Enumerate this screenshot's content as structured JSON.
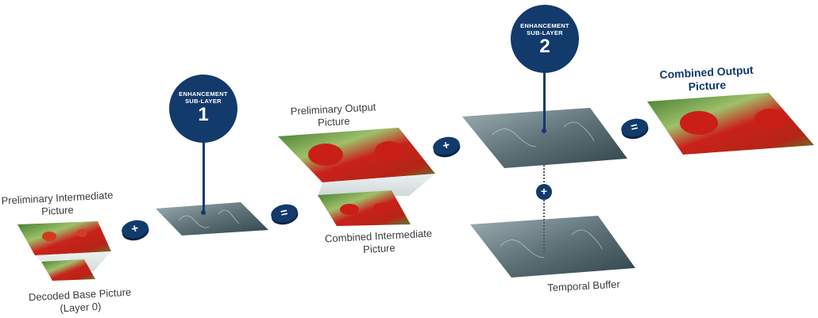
{
  "colors": {
    "badge": "#123a6b",
    "label_text": "#3a3a3a",
    "highlight_label": "#10386b",
    "residual_plane": "#4a5f66"
  },
  "badges": [
    {
      "title_line1": "ENHANCEMENT",
      "title_line2": "SUB-LAYER",
      "number": "1"
    },
    {
      "title_line1": "ENHANCEMENT",
      "title_line2": "SUB-LAYER",
      "number": "2"
    }
  ],
  "labels": {
    "preliminary_intermediate": [
      "Preliminary Intermediate",
      "Picture"
    ],
    "decoded_base": [
      "Decoded Base Picture",
      "(Layer 0)"
    ],
    "preliminary_output": [
      "Preliminary Output",
      "Picture"
    ],
    "combined_intermediate": [
      "Combined Intermediate",
      "Picture"
    ],
    "temporal_buffer": [
      "Temporal Buffer"
    ],
    "combined_output": [
      "Combined Output",
      "Picture"
    ]
  },
  "operators": {
    "plus_1": "+",
    "equals_1": "=",
    "plus_2": "+",
    "plus_temporal": "+",
    "equals_2": "="
  },
  "icons": {
    "picture": "parrot-photo-icon",
    "residual": "residual-sketch-icon"
  }
}
